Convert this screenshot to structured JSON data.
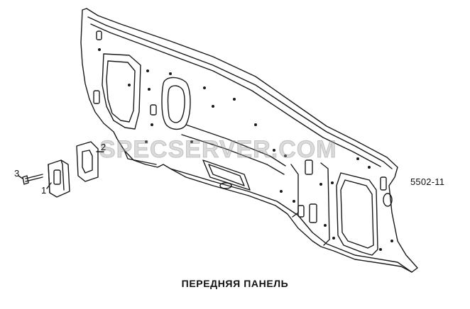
{
  "diagram": {
    "title": "ПЕРЕДНЯЯ ПАНЕЛЬ",
    "code": "5502-11",
    "watermark": "SPECSERVER.COM",
    "callouts": [
      "1",
      "2",
      "3"
    ]
  },
  "colors": {
    "line": "#1a1a1a",
    "background": "#ffffff",
    "watermark": "#a0a0a0"
  }
}
